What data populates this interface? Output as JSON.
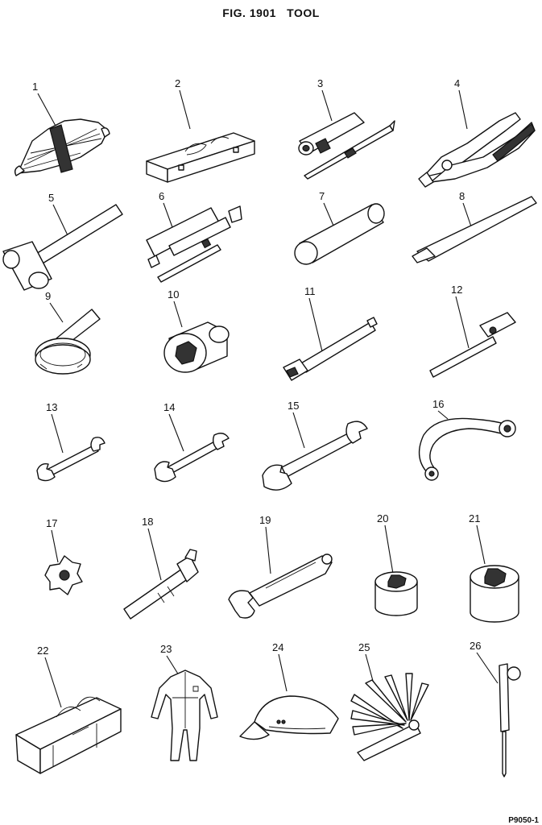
{
  "figure": {
    "fig_label": "FIG. 1901",
    "title": "TOOL",
    "drawing_code": "P9050-1"
  },
  "items": [
    {
      "no": "1",
      "icon": "combination-wrench-set-icon"
    },
    {
      "no": "2",
      "icon": "tool-box-icon"
    },
    {
      "no": "3",
      "icon": "box-wrench-and-bar-icon"
    },
    {
      "no": "4",
      "icon": "pliers-icon"
    },
    {
      "no": "5",
      "icon": "hammer-icon"
    },
    {
      "no": "6",
      "icon": "grease-gun-icon"
    },
    {
      "no": "7",
      "icon": "cartridge-tube-icon"
    },
    {
      "no": "8",
      "icon": "pry-bar-icon"
    },
    {
      "no": "9",
      "icon": "filter-wrench-icon"
    },
    {
      "no": "10",
      "icon": "socket-icon"
    },
    {
      "no": "11",
      "icon": "extension-socket-icon"
    },
    {
      "no": "12",
      "icon": "t-handle-icon"
    },
    {
      "no": "13",
      "icon": "small-wrench-icon"
    },
    {
      "no": "14",
      "icon": "medium-wrench-icon"
    },
    {
      "no": "15",
      "icon": "large-wrench-icon"
    },
    {
      "no": "16",
      "icon": "hook-wrench-icon"
    },
    {
      "no": "17",
      "icon": "star-knob-icon"
    },
    {
      "no": "18",
      "icon": "grease-nozzle-icon"
    },
    {
      "no": "19",
      "icon": "adjustable-wrench-icon"
    },
    {
      "no": "20",
      "icon": "small-twelve-point-socket-icon"
    },
    {
      "no": "21",
      "icon": "large-twelve-point-socket-icon"
    },
    {
      "no": "22",
      "icon": "tool-bag-icon"
    },
    {
      "no": "23",
      "icon": "coverall-icon"
    },
    {
      "no": "24",
      "icon": "cap-icon"
    },
    {
      "no": "25",
      "icon": "feeler-gauge-icon"
    },
    {
      "no": "26",
      "icon": "screwdriver-icon"
    }
  ]
}
